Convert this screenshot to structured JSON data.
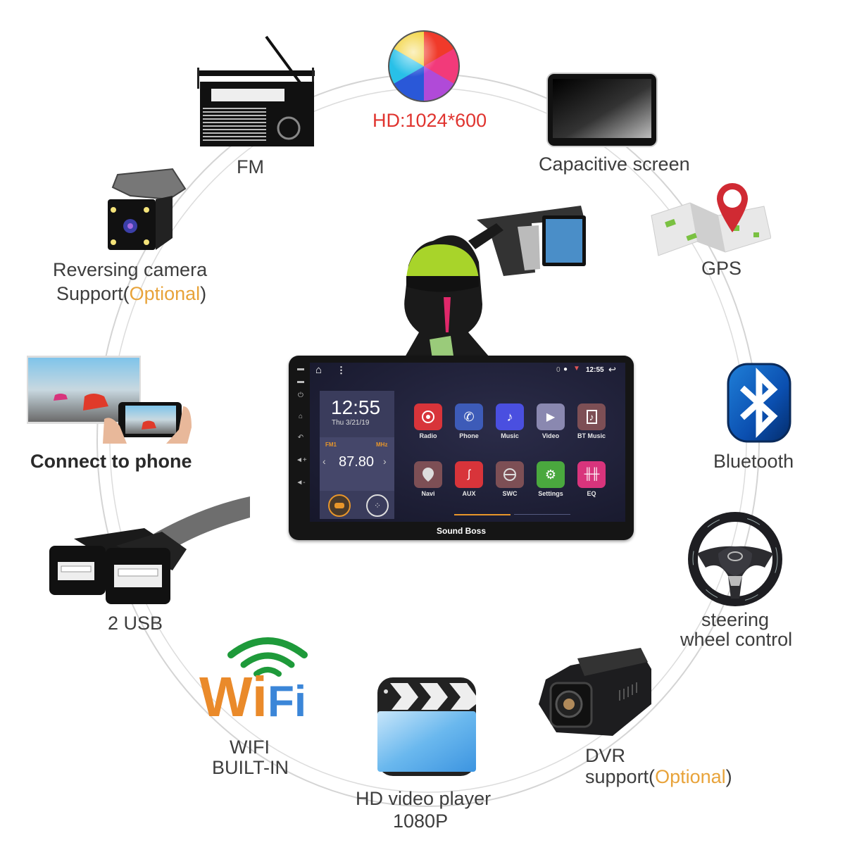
{
  "features": {
    "hd": {
      "label": "HD:1024*600",
      "icon": "color-wheel-icon"
    },
    "fm": {
      "label": "FM",
      "icon": "radio-icon"
    },
    "capacitive": {
      "label": "Capacitive screen",
      "icon": "tablet-screen-icon"
    },
    "camera": {
      "line1": "Reversing camera",
      "line2_prefix": "Support(",
      "line2_opt": "Optional",
      "line2_suffix": ")",
      "icon": "reversing-camera-icon"
    },
    "gps": {
      "label": "GPS",
      "icon": "map-pin-icon"
    },
    "phone": {
      "label": "Connect to phone",
      "icon": "phone-mirroring-icon"
    },
    "bluetooth": {
      "label": "Bluetooth",
      "icon": "bluetooth-icon"
    },
    "usb": {
      "label": "2 USB",
      "icon": "usb-cable-icon"
    },
    "steering": {
      "line1": "steering",
      "line2": "wheel control",
      "icon": "steering-wheel-icon"
    },
    "wifi": {
      "logo_wi": "Wi",
      "logo_fi": "Fi",
      "line1": "WIFI",
      "line2": "BUILT-IN",
      "icon": "wifi-icon"
    },
    "video": {
      "line1": "HD video player",
      "line2": "1080P",
      "icon": "clapperboard-icon"
    },
    "dvr": {
      "line1": "DVR",
      "line2_prefix": "support(",
      "line2_opt": "Optional",
      "line2_suffix": ")",
      "icon": "dashcam-icon"
    }
  },
  "head_unit": {
    "status": {
      "notif_count": "0",
      "time": "12:55"
    },
    "clock": {
      "time": "12:55",
      "date": "Thu 3/21/19"
    },
    "radio": {
      "band": "FM1",
      "unit": "MHz",
      "frequency": "87.80"
    },
    "apps": [
      {
        "label": "Radio",
        "color": "#d8343a"
      },
      {
        "label": "Phone",
        "color": "#3d5bb8"
      },
      {
        "label": "Music",
        "color": "#4a4fe0"
      },
      {
        "label": "Video",
        "color": "#8a88b0"
      },
      {
        "label": "BT Music",
        "color": "#7d4f55"
      },
      {
        "label": "Navi",
        "color": "#7d4f55"
      },
      {
        "label": "AUX",
        "color": "#d8343a"
      },
      {
        "label": "SWC",
        "color": "#7d4f55"
      },
      {
        "label": "Settings",
        "color": "#4aa83e"
      },
      {
        "label": "EQ",
        "color": "#d8347c"
      }
    ],
    "brand": "Sound Boss"
  },
  "colors": {
    "accent_red": "#e0342f",
    "optional_orange": "#e8a33a",
    "ring": "#d6d6d6"
  }
}
